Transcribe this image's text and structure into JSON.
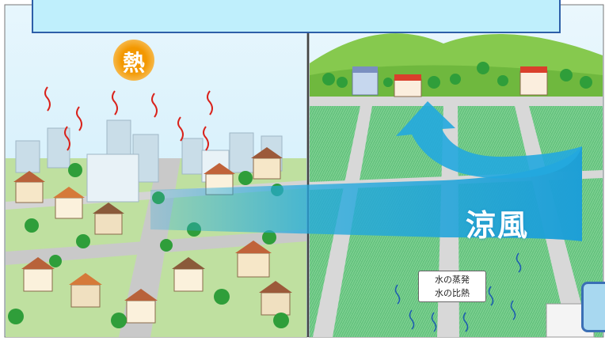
{
  "heat_label": "熱",
  "wind_label": "涼風",
  "evaporation_label_line1": "水の蒸発",
  "evaporation_label_line2": "水の比熱",
  "colors": {
    "sky": "#d8f1fb",
    "hill": "#7fc64a",
    "paddy": "#5fc078",
    "wind": "#23a9df",
    "heat_sun": "#f39800",
    "heat_wave": "#d9221b",
    "road": "#cfcfcf"
  },
  "icons": [
    "sun-icon",
    "heat-wave-icon",
    "building-icon",
    "house-icon",
    "tree-icon",
    "wind-arrow-icon",
    "vapor-icon"
  ]
}
